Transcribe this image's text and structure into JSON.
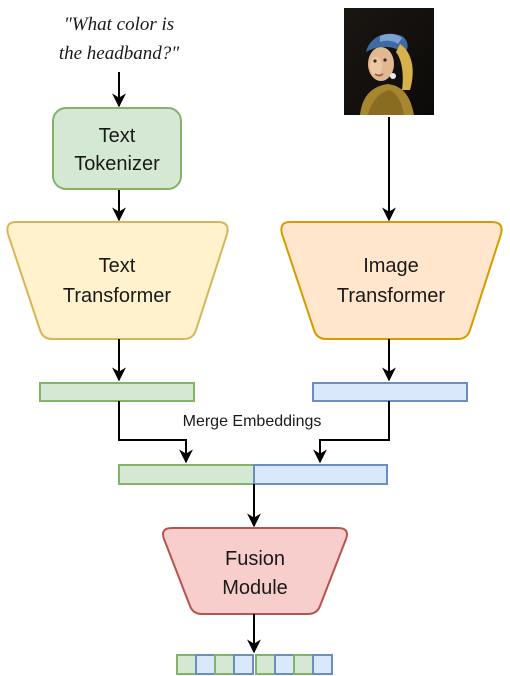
{
  "question": {
    "line1": "\"What color is",
    "line2": "the headband?\""
  },
  "image_input": {
    "subject": "portrait painting of a girl with a blue and yellow headband and pearl earring"
  },
  "nodes": {
    "text_tokenizer": {
      "line1": "Text",
      "line2": "Tokenizer"
    },
    "text_transformer": {
      "line1": "Text",
      "line2": "Transformer"
    },
    "image_transformer": {
      "line1": "Image",
      "line2": "Transformer"
    },
    "fusion_module": {
      "line1": "Fusion",
      "line2": "Module"
    }
  },
  "merge_label": "Merge Embeddings",
  "colors": {
    "green_fill": "#d5e8d4",
    "green_stroke": "#82b366",
    "yellow_fill": "#fff2cc",
    "yellow_stroke": "#d6b656",
    "orange_fill": "#ffe6cc",
    "orange_stroke": "#d79b00",
    "blue_fill": "#dae8fc",
    "blue_stroke": "#6c8ebf",
    "red_fill": "#f8cecc",
    "red_stroke": "#b85450"
  }
}
